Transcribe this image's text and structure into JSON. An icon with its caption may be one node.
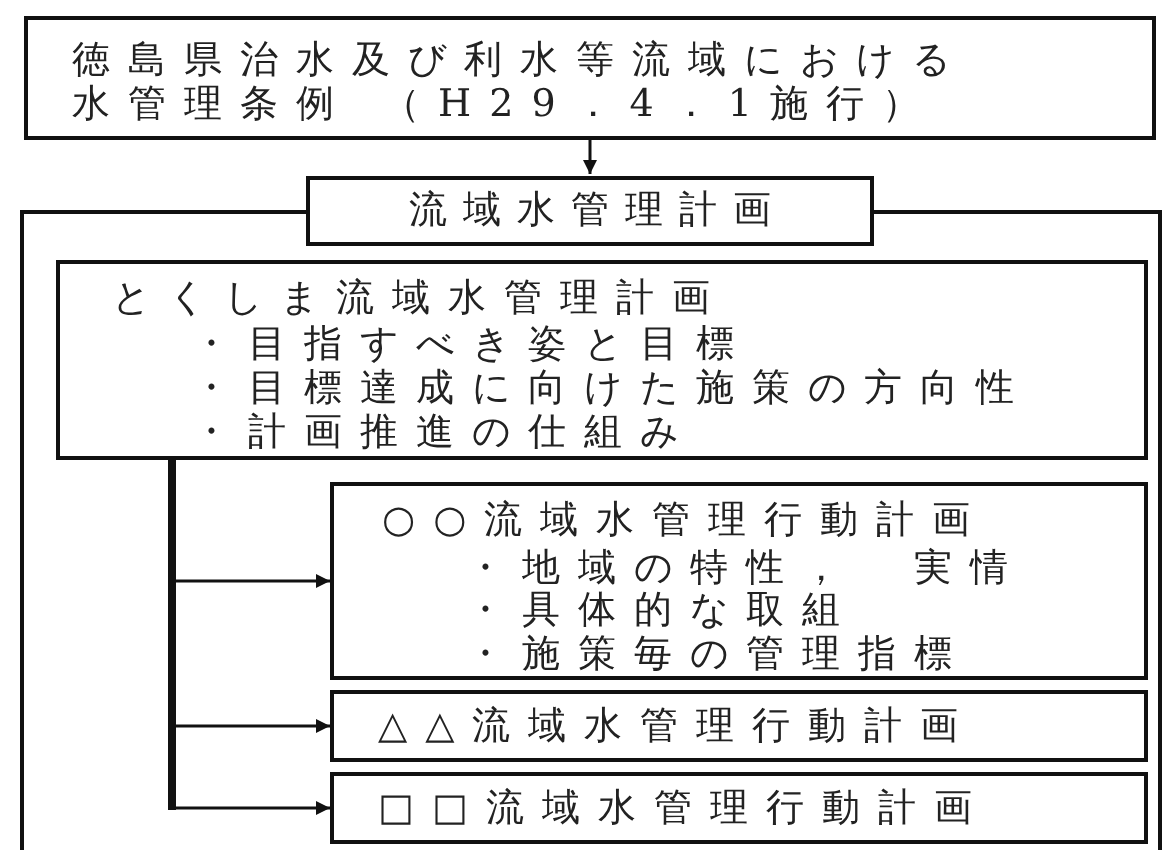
{
  "diagram": {
    "nodes": [
      {
        "text": [
          "徳島県治水及び利水等流域における水管理条例 （H29．4．1施行）"
        ]
      },
      {
        "text": [
          "流域水管理計画"
        ]
      },
      {
        "text": [
          "とくしま流域水管理計画",
          "・目指すべき姿と目標",
          "・目標達成に向けた施策の方向性",
          "・計画推進の仕組み"
        ],
        "in": 1
      },
      {
        "text": [
          "○○流域水管理行動計画",
          "・地域の特性，　実情",
          "・具体的な取組",
          "・施策毎の管理指標"
        ],
        "in": 1
      },
      {
        "text": [
          "△△流域水管理行動計画"
        ],
        "in": 1
      },
      {
        "text": [
          "□□流域水管理行動計画"
        ],
        "in": 1
      }
    ],
    "edges": [
      {
        "from": 0,
        "to": 1,
        "arrow": "to"
      },
      {
        "from": 2,
        "to": 3,
        "arrow": "to"
      },
      {
        "from": 2,
        "to": 4,
        "arrow": "to"
      },
      {
        "from": 2,
        "to": 5,
        "arrow": "to"
      }
    ]
  }
}
